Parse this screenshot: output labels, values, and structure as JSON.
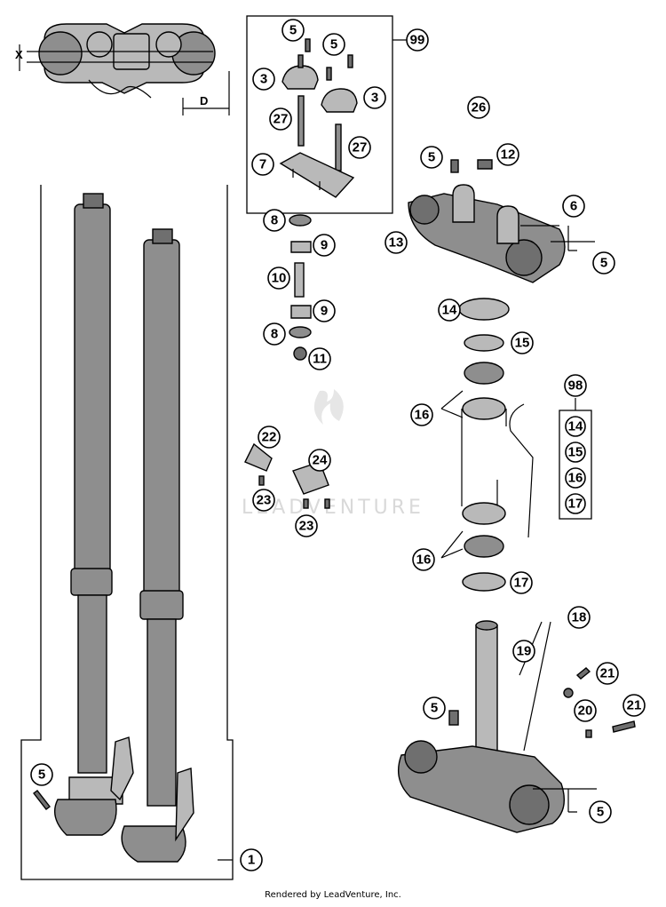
{
  "callouts": [
    {
      "id": "c99",
      "label": "99"
    },
    {
      "id": "c5a",
      "label": "5"
    },
    {
      "id": "c5b",
      "label": "5"
    },
    {
      "id": "c3a",
      "label": "3"
    },
    {
      "id": "c3b",
      "label": "3"
    },
    {
      "id": "c27a",
      "label": "27"
    },
    {
      "id": "c27b",
      "label": "27"
    },
    {
      "id": "c7",
      "label": "7"
    },
    {
      "id": "c26",
      "label": "26"
    },
    {
      "id": "c5c",
      "label": "5"
    },
    {
      "id": "c12",
      "label": "12"
    },
    {
      "id": "c6",
      "label": "6"
    },
    {
      "id": "c13",
      "label": "13"
    },
    {
      "id": "c5d",
      "label": "5"
    },
    {
      "id": "c8a",
      "label": "8"
    },
    {
      "id": "c9a",
      "label": "9"
    },
    {
      "id": "c10",
      "label": "10"
    },
    {
      "id": "c9b",
      "label": "9"
    },
    {
      "id": "c8b",
      "label": "8"
    },
    {
      "id": "c11",
      "label": "11"
    },
    {
      "id": "c14",
      "label": "14"
    },
    {
      "id": "c15",
      "label": "15"
    },
    {
      "id": "c16a",
      "label": "16"
    },
    {
      "id": "c98",
      "label": "98"
    },
    {
      "id": "k14",
      "label": "14"
    },
    {
      "id": "k15",
      "label": "15"
    },
    {
      "id": "k16",
      "label": "16"
    },
    {
      "id": "k17",
      "label": "17"
    },
    {
      "id": "c22",
      "label": "22"
    },
    {
      "id": "c24",
      "label": "24"
    },
    {
      "id": "c23a",
      "label": "23"
    },
    {
      "id": "c23b",
      "label": "23"
    },
    {
      "id": "c16b",
      "label": "16"
    },
    {
      "id": "c17",
      "label": "17"
    },
    {
      "id": "c18",
      "label": "18"
    },
    {
      "id": "c19",
      "label": "19"
    },
    {
      "id": "c21a",
      "label": "21"
    },
    {
      "id": "c5e",
      "label": "5"
    },
    {
      "id": "c20",
      "label": "20"
    },
    {
      "id": "c21b",
      "label": "21"
    },
    {
      "id": "c5f",
      "label": "5"
    },
    {
      "id": "c5g",
      "label": "5"
    },
    {
      "id": "c1",
      "label": "1"
    }
  ],
  "dimension_labels": {
    "x": "X",
    "d": "D"
  },
  "watermark": "LEADVENTURE",
  "footer": "Rendered by LeadVenture, Inc."
}
